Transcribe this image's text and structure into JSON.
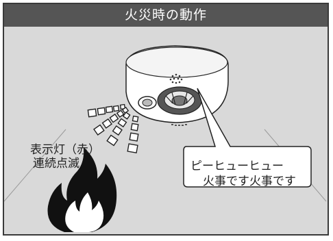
{
  "header": {
    "title": "火災時の動作"
  },
  "callout": {
    "line1": "ピーヒューヒュー",
    "line2": "火事です火事です"
  },
  "indicator_label": {
    "line1": "表示灯（赤）",
    "line2": "連続点滅"
  },
  "colors": {
    "header_bg": "#555555",
    "scene_bg": "#d9d9d9",
    "frame": "#3a3a3a"
  }
}
